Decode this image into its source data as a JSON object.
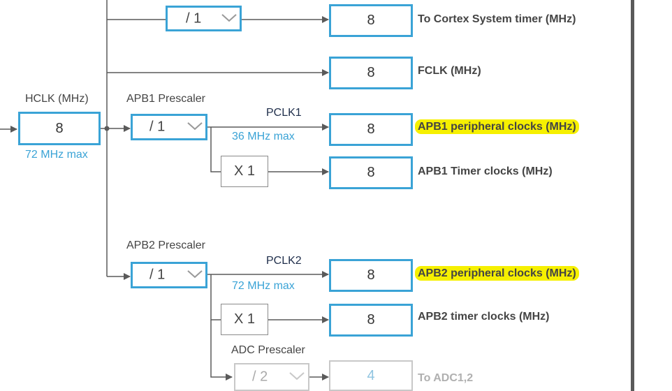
{
  "hclk": {
    "label": "HCLK (MHz)",
    "value": "8",
    "max": "72 MHz max"
  },
  "systick": {
    "prescaler": "/ 1",
    "value": "8",
    "output": "To Cortex System timer (MHz)"
  },
  "fclk": {
    "value": "8",
    "output": "FCLK (MHz)"
  },
  "apb1": {
    "label": "APB1 Prescaler",
    "prescaler": "/ 1",
    "pclk": "PCLK1",
    "max": "36 MHz max",
    "peripheral_value": "8",
    "peripheral_output": "APB1 peripheral clocks (MHz)",
    "multiplier": "X 1",
    "timer_value": "8",
    "timer_output": "APB1 Timer clocks (MHz)"
  },
  "apb2": {
    "label": "APB2 Prescaler",
    "prescaler": "/ 1",
    "pclk": "PCLK2",
    "max": "72 MHz max",
    "peripheral_value": "8",
    "peripheral_output": "APB2 peripheral clocks (MHz)",
    "multiplier": "X 1",
    "timer_value": "8",
    "timer_output": "APB2 timer clocks (MHz)"
  },
  "adc": {
    "label": "ADC Prescaler",
    "prescaler": "/ 2",
    "value": "4",
    "output": "To ADC1,2"
  },
  "colors": {
    "accent": "#3aa3d6",
    "highlight": "#f6f000",
    "line": "#5a5a5a",
    "disabled": "#c8c8c8"
  }
}
